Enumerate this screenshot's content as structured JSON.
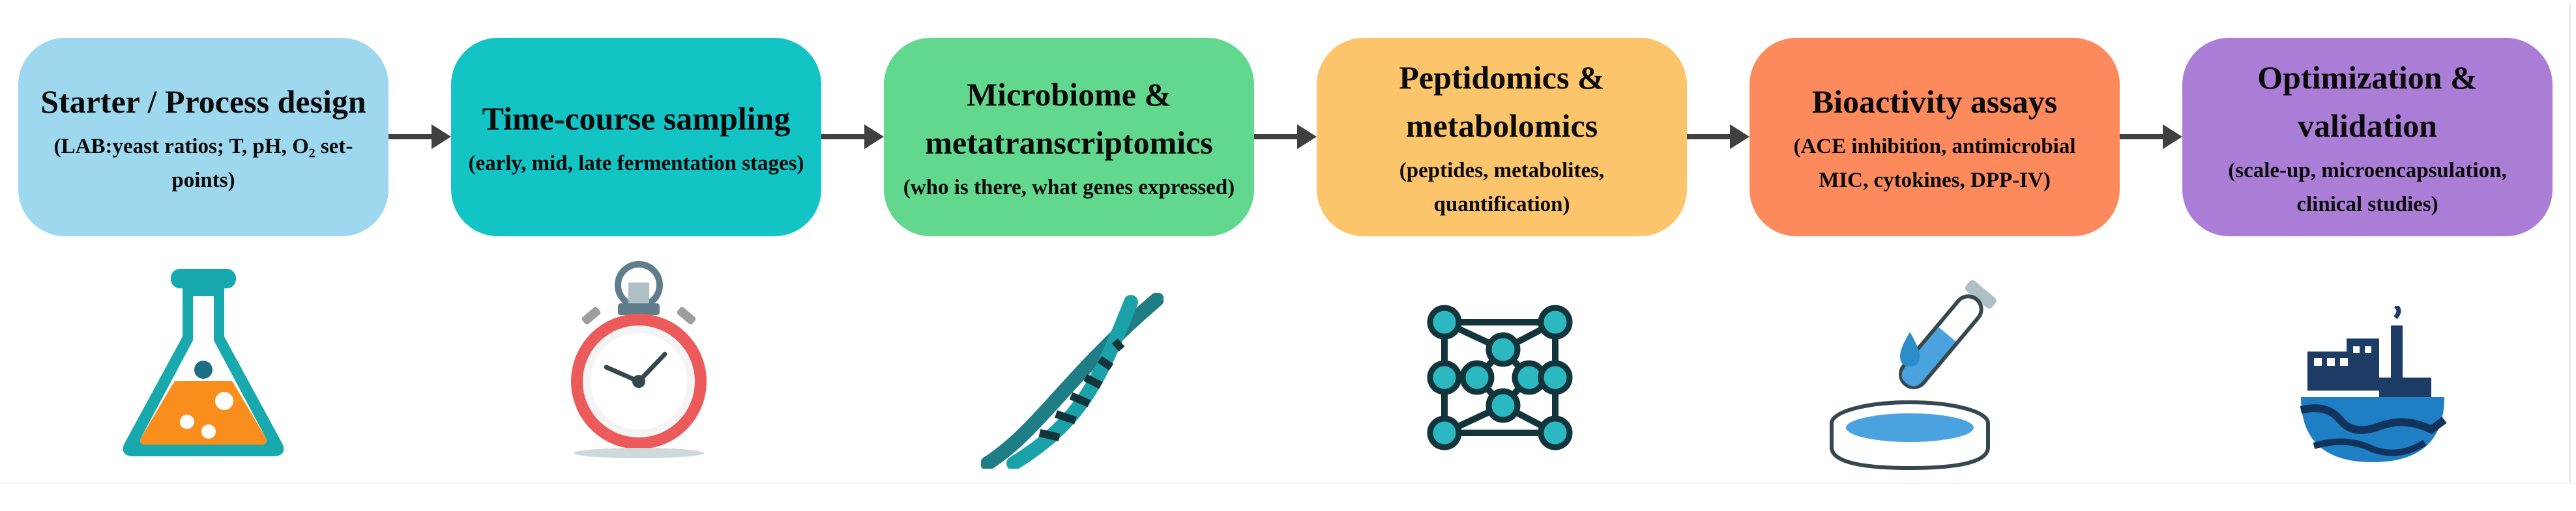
{
  "stages": [
    {
      "title": "Starter / Process design",
      "subtitle": "(LAB:yeast ratios; T, pH, O₂ set-points)",
      "color": "#9ed8ef",
      "icon": "flask-icon"
    },
    {
      "title": "Time-course sampling",
      "subtitle": "(early, mid, late fermentation stages)",
      "color": "#12c4c4",
      "icon": "stopwatch-icon"
    },
    {
      "title": "Microbiome & metatranscriptomics",
      "subtitle": "(who is there, what genes expressed)",
      "color": "#62d78e",
      "icon": "dna-icon"
    },
    {
      "title": "Peptidomics & metabolomics",
      "subtitle": "(peptides, metabolites, quantification)",
      "color": "#fdc56b",
      "icon": "network-icon"
    },
    {
      "title": "Bioactivity assays",
      "subtitle": "(ACE inhibition, antimicrobial MIC, cytokines, DPP-IV)",
      "color": "#fd8a5c",
      "icon": "test-tube-petri-dish-icon"
    },
    {
      "title": "Optimization & validation",
      "subtitle": "(scale-up, microencapsulation, clinical studies)",
      "color": "#aa7ed6",
      "icon": "factory-icon"
    }
  ],
  "colors": {
    "arrow": "#404040",
    "icon_teal": "#18a9ae",
    "icon_dark": "#1c3c66"
  }
}
